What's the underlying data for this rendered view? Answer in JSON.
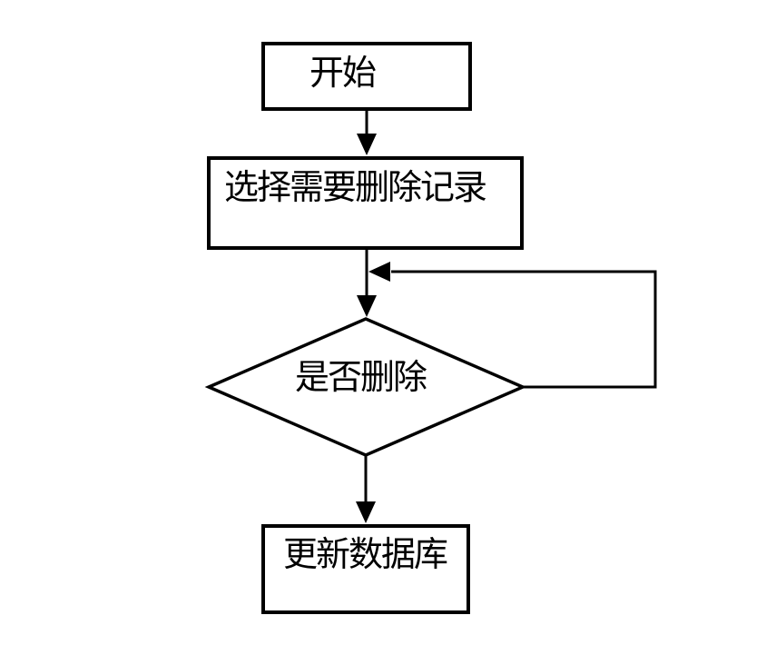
{
  "page": {
    "background_color": "#ffffff"
  },
  "flowchart": {
    "stroke_color": "#000000",
    "text_color": "#000000",
    "node_fill_color": "#ffffff",
    "nodes": [
      {
        "id": "start",
        "shape": "rectangle",
        "label": "开始"
      },
      {
        "id": "select-delete-records",
        "shape": "rectangle",
        "label": "选择需要删除记录"
      },
      {
        "id": "delete-decision",
        "shape": "diamond",
        "label": "是否删除"
      },
      {
        "id": "update-database",
        "shape": "rectangle",
        "label": "更新数据库"
      }
    ],
    "edges": [
      {
        "from": "start",
        "to": "select-delete-records"
      },
      {
        "from": "select-delete-records",
        "to": "delete-decision"
      },
      {
        "from": "delete-decision",
        "to": "delete-decision",
        "via": "right-side-loop-back"
      },
      {
        "from": "delete-decision",
        "to": "update-database"
      }
    ]
  }
}
